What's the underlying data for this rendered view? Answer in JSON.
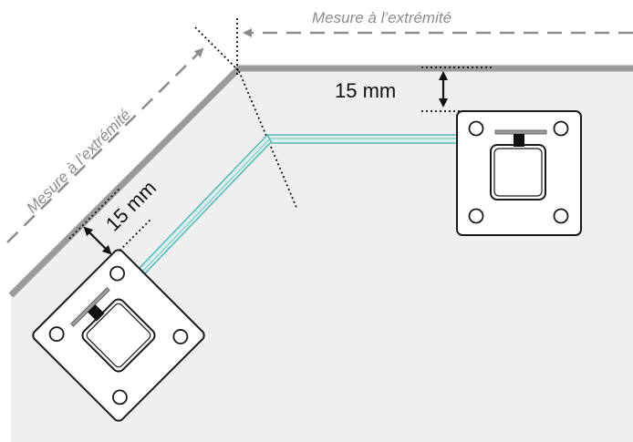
{
  "labels": {
    "measure_top": "Mesure à l’extrémité",
    "measure_diagonal": "Mesure à l’extrémité",
    "dimension_right": "15 mm",
    "dimension_left": "15 mm"
  },
  "colors": {
    "floor": "#efefef",
    "wall": "#9b9b9b",
    "glass_fill": "#d9f1ee",
    "glass_edge": "#5ab9ad",
    "measure_line": "#8c8c8c",
    "plate_stroke": "#1a1a1a",
    "dotted": "#111111"
  }
}
